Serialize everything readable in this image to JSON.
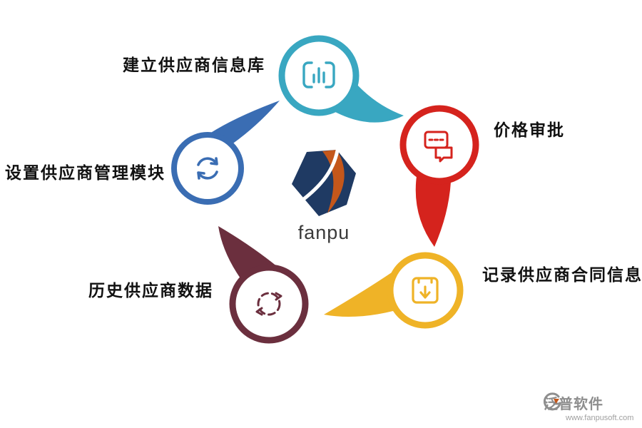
{
  "diagram": {
    "center": {
      "brand": "fanpu"
    },
    "nodes": [
      {
        "id": "build-supplier-info-db",
        "label": "建立供应商信息库",
        "color": "#39A7C1",
        "icon": "bar-chart-board-icon"
      },
      {
        "id": "price-approval",
        "label": "价格审批",
        "color": "#D5231D",
        "icon": "chat-messages-icon"
      },
      {
        "id": "record-supplier-contract-info",
        "label": "记录供应商合同信息",
        "color": "#EFB327",
        "icon": "package-download-icon"
      },
      {
        "id": "history-supplier-data",
        "label": "历史供应商数据",
        "color": "#6B2F3E",
        "icon": "sync-dashed-icon"
      },
      {
        "id": "set-supplier-management-module",
        "label": "设置供应商管理模块",
        "color": "#3A6DB3",
        "icon": "sync-arrows-icon"
      }
    ]
  },
  "footer": {
    "brand": "泛普软件",
    "url": "www.fanpusoft.com"
  },
  "colors": {
    "navy": "#1F3A63",
    "orange": "#C4571B",
    "gray": "#8E8E8E",
    "text": "#111111",
    "background": "#FFFFFF"
  }
}
